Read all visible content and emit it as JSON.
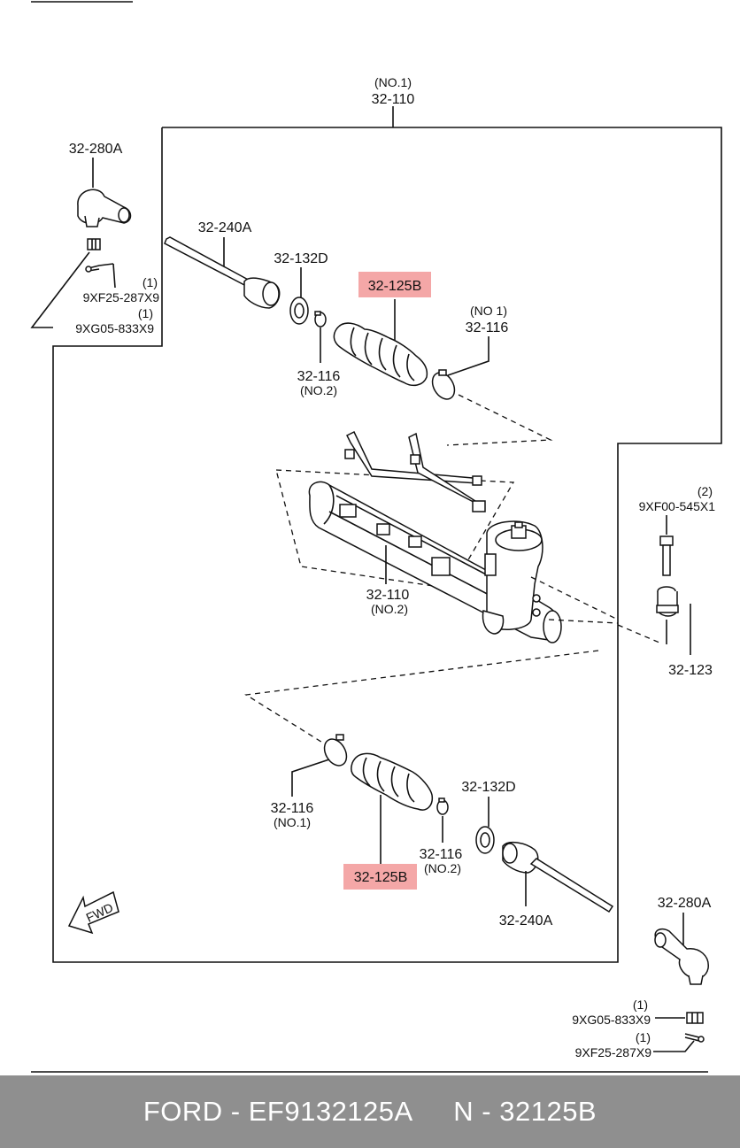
{
  "diagram": {
    "top_no": "(NO.1)",
    "top_code": "32-110",
    "tie_rod_end_tl": "32-280A",
    "pin_tl_qty": "(1)",
    "pin_tl_code": "9XF25-287X9",
    "nut_tl_qty": "(1)",
    "nut_tl_code": "9XG05-833X9",
    "inner_rod_t": "32-240A",
    "washer_t": "32-132D",
    "boot_t": "32-125B",
    "clamp_t_no": "(NO 1)",
    "clamp_t_code": "32-116",
    "clamp_small_t_code": "32-116",
    "clamp_small_t_no": "(NO.2)",
    "housing_code": "32-110",
    "housing_no": "(NO.2)",
    "bolt_qty": "(2)",
    "bolt_code": "9XF00-545X1",
    "bushing_code": "32-123",
    "clamp_b_code": "32-116",
    "clamp_b_no": "(NO.1)",
    "washer_b": "32-132D",
    "clamp_small_b_code": "32-116",
    "clamp_small_b_no": "(NO.2)",
    "boot_b": "32-125B",
    "inner_rod_b": "32-240A",
    "tie_rod_end_br": "32-280A",
    "nut_br_qty": "(1)",
    "nut_br_code": "9XG05-833X9",
    "pin_br_qty": "(1)",
    "pin_br_code": "9XF25-287X9",
    "fwd": "FWD",
    "highlight_color": "#f4a7a7"
  },
  "footer": {
    "brand_part": "FORD - EF9132125A",
    "oem_part": "N - 32125B"
  }
}
